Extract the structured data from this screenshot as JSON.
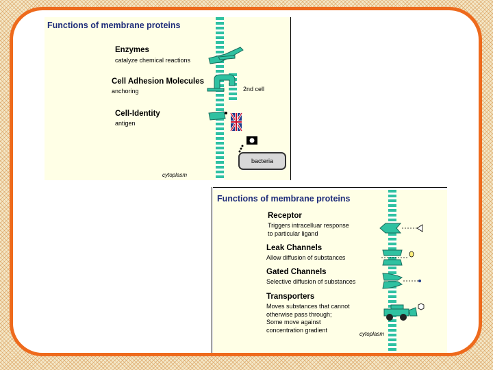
{
  "panel_top": {
    "title": "Functions of membrane proteins",
    "items": [
      {
        "heading": "Enzymes",
        "desc": "catalyze chemical reactions",
        "icon": "enzyme-icon"
      },
      {
        "heading": "Cell Adhesion Molecules",
        "desc": "anchoring",
        "icon": "adhesion-clamp-icon"
      },
      {
        "heading": "Cell-Identity",
        "desc": "antigen",
        "icon": "identity-flag-icon"
      }
    ],
    "second_cell_label": "2nd cell",
    "bacteria_label": "bacteria",
    "cytoplasm_label": "cytoplasm"
  },
  "panel_bottom": {
    "title": "Functions of membrane proteins",
    "items": [
      {
        "heading": "Receptor",
        "desc": "Triggers intracelluar response\nto particular ligand",
        "icon": "receptor-icon"
      },
      {
        "heading": "Leak Channels",
        "desc": "Allow diffusion of substances",
        "icon": "leak-channel-icon"
      },
      {
        "heading": "Gated Channels",
        "desc": "Selective diffusion of substances",
        "icon": "gated-channel-icon"
      },
      {
        "heading": "Transporters",
        "desc": "Moves substances that cannot\notherwise pass through;\nSome move against\nconcentration gradient",
        "icon": "transporter-icon"
      }
    ],
    "cytoplasm_label": "cytoplasm"
  },
  "colors": {
    "border": "#ee6a1c",
    "panel_bg": "#ffffe6",
    "membrane": "#2fc1a1",
    "title": "#1f2d7a"
  }
}
